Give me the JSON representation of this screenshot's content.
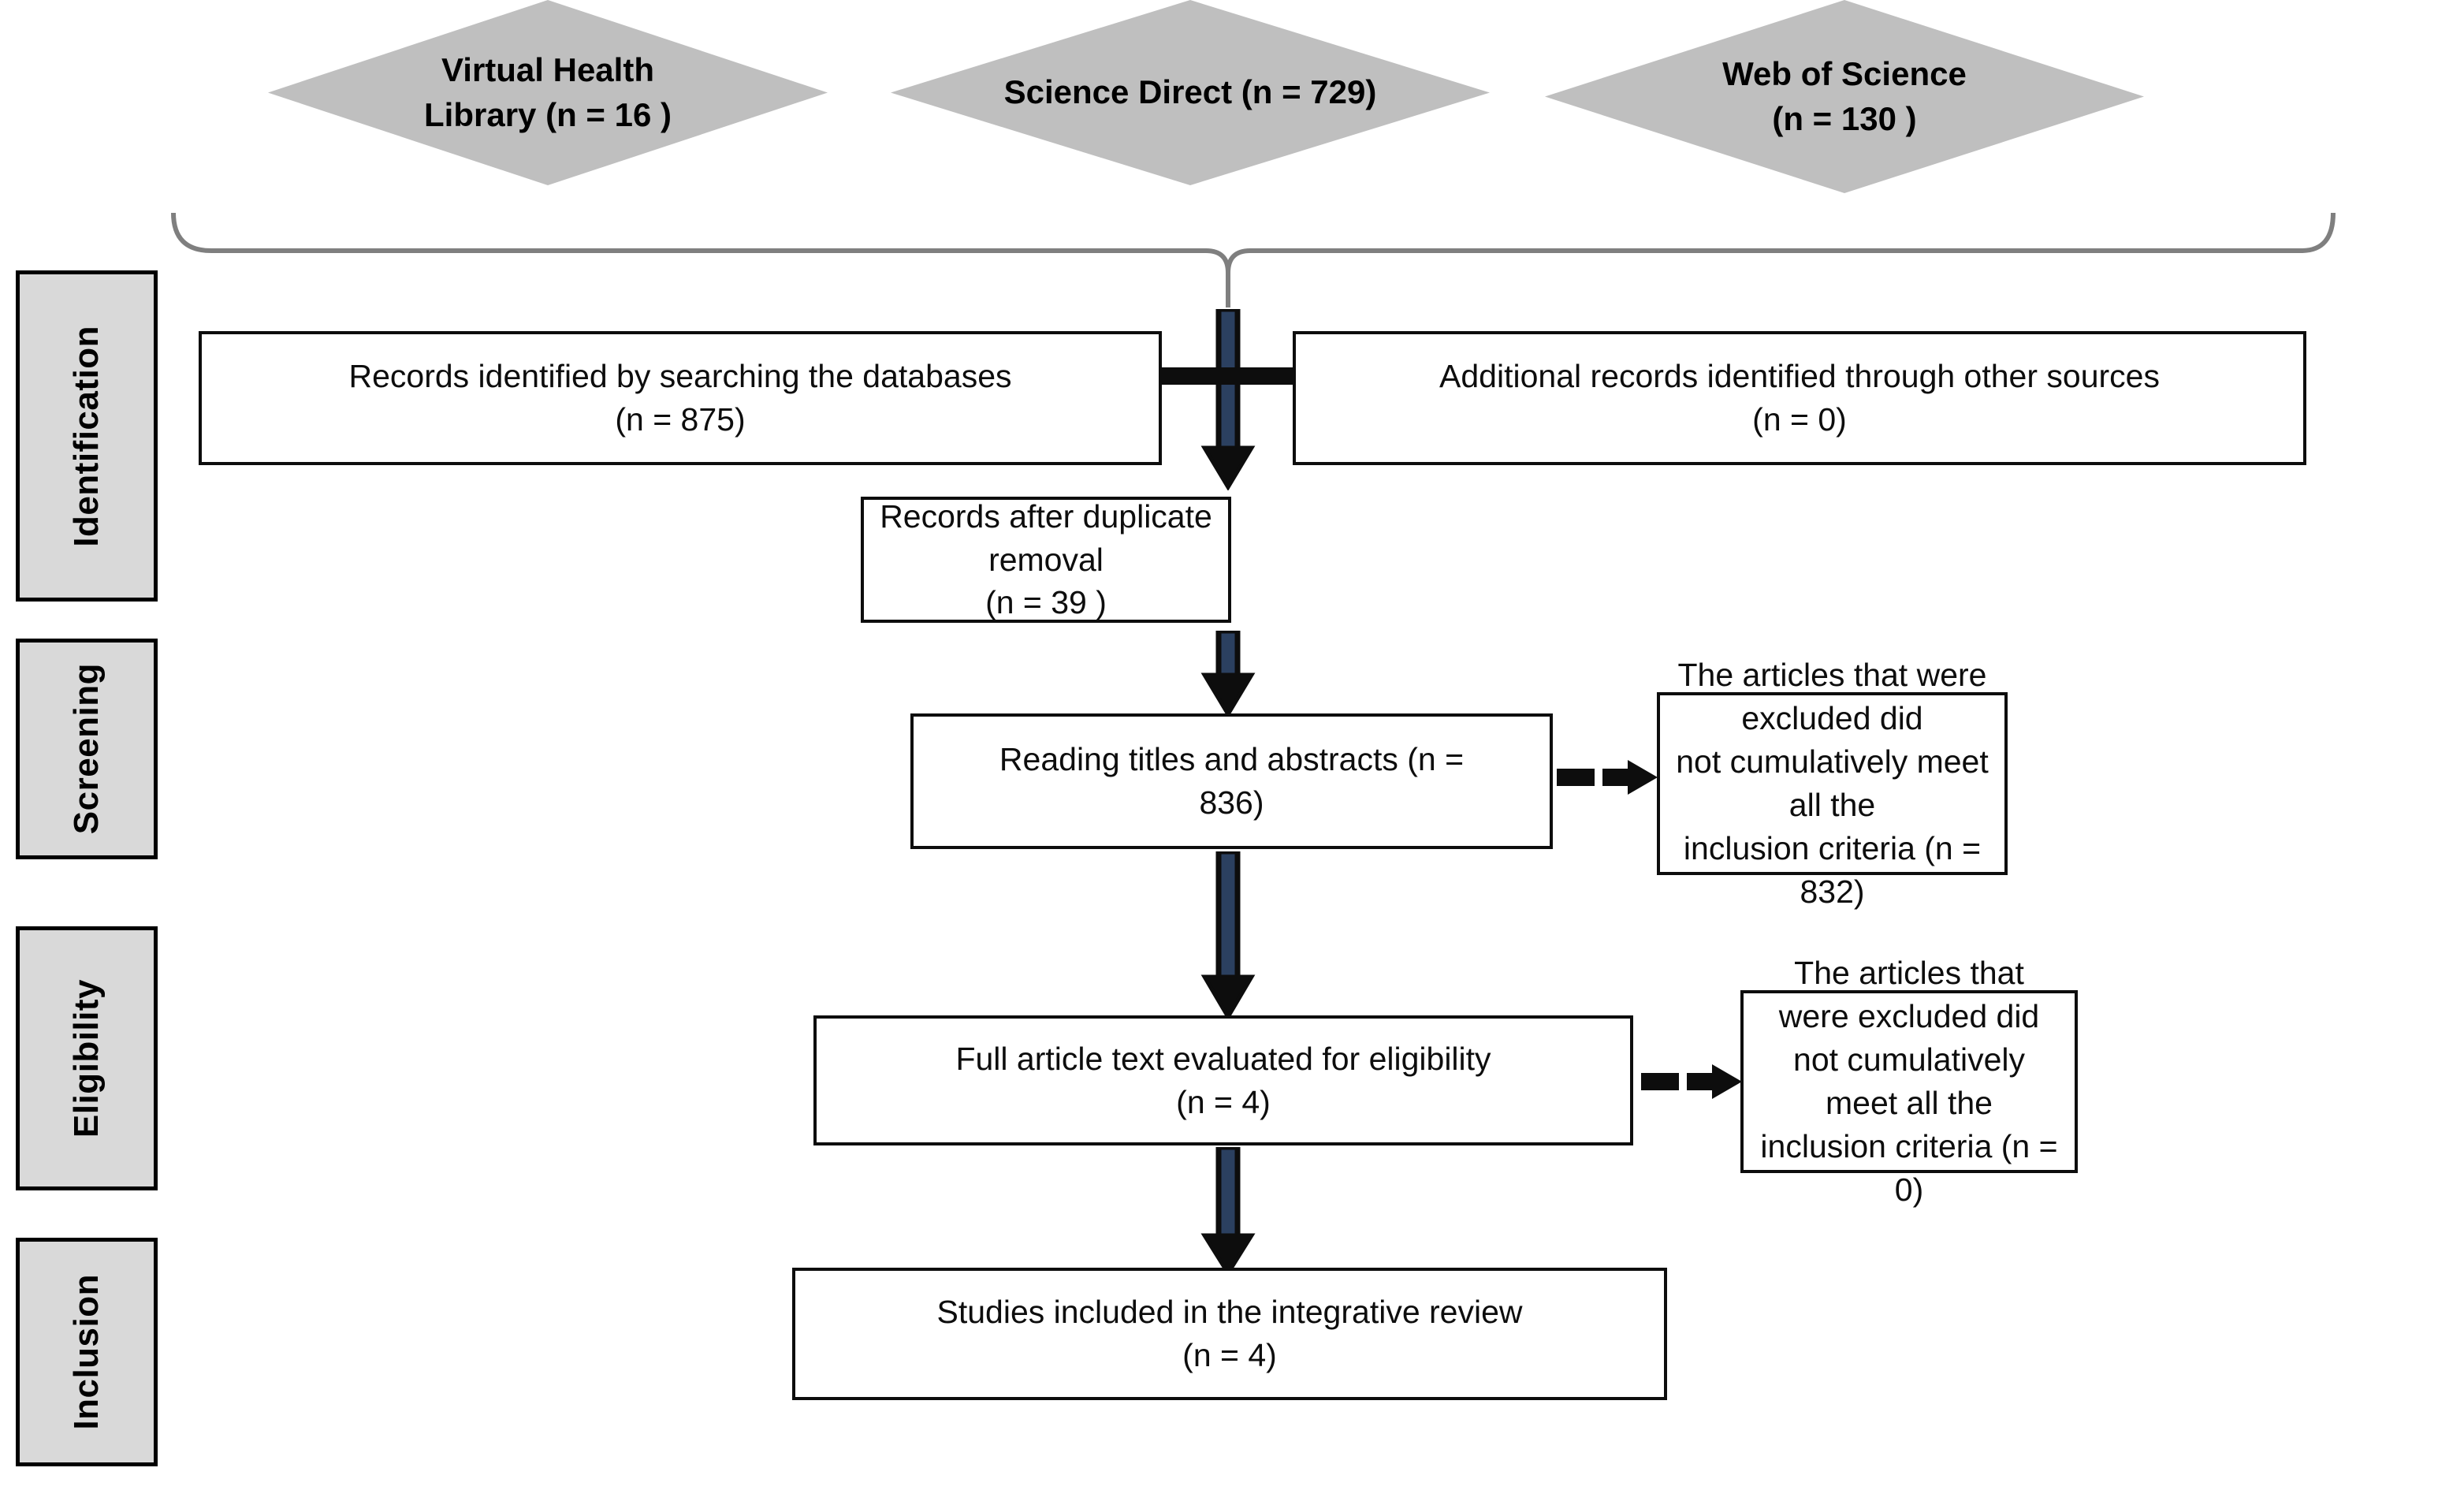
{
  "diagram": {
    "title": "PRISMA flow diagram",
    "colors": {
      "diamond_fill": "#bfbfbf",
      "stage_label_fill": "#d9d9d9",
      "box_border": "#0d0d0d",
      "arrow_navy": "#2b4060",
      "arrow_outline": "#0d0d0d",
      "bracket_line": "#808080"
    }
  },
  "sources": [
    {
      "line1": "Virtual Health",
      "line2": "Library (n = 16 )",
      "name": "virtual-health-library"
    },
    {
      "line1": "Science Direct (n = 729)",
      "line2": "",
      "name": "science-direct"
    },
    {
      "line1": "Web of Science",
      "line2": "(n = 130 )",
      "name": "web-of-science"
    }
  ],
  "stages": [
    {
      "label": "Identification"
    },
    {
      "label": "Screening"
    },
    {
      "label": "Eligibility"
    },
    {
      "label": "Inclusion"
    }
  ],
  "boxes": {
    "records_identified": {
      "line1": "Records identified by searching the databases",
      "line2": "(n = 875)"
    },
    "additional_records": {
      "line1": "Additional records identified through other sources",
      "line2": "(n = 0)"
    },
    "after_duplicates": {
      "line1": "Records after duplicate removal",
      "line2": "(n = 39 )"
    },
    "reading_titles": {
      "line1": "Reading titles and abstracts (n =",
      "line2": "836)"
    },
    "excluded_screening": {
      "line1": "The articles that were excluded did",
      "line2": "not cumulatively meet all the",
      "line3": "inclusion criteria (n = 832)"
    },
    "full_text": {
      "line1": "Full article text evaluated for eligibility",
      "line2": "(n = 4)"
    },
    "excluded_eligibility": {
      "line1": "The articles that were excluded did",
      "line2": "not cumulatively meet all the",
      "line3": "inclusion criteria (n = 0)"
    },
    "included_studies": {
      "line1": "Studies included in the integrative review",
      "line2": "(n = 4)"
    }
  },
  "connectors": {
    "top_bracket": "curly-bracket-joining-three-sources",
    "arrow_to_duplicates": "down-arrow",
    "arrow_to_reading": "down-arrow",
    "arrow_to_fulltext": "down-arrow",
    "arrow_to_included": "down-arrow",
    "merge_bar": "horizontal-bar-joining-identification-boxes",
    "exclusion_arrow_screening": "dashed-right-arrow",
    "exclusion_arrow_eligibility": "dashed-right-arrow"
  }
}
